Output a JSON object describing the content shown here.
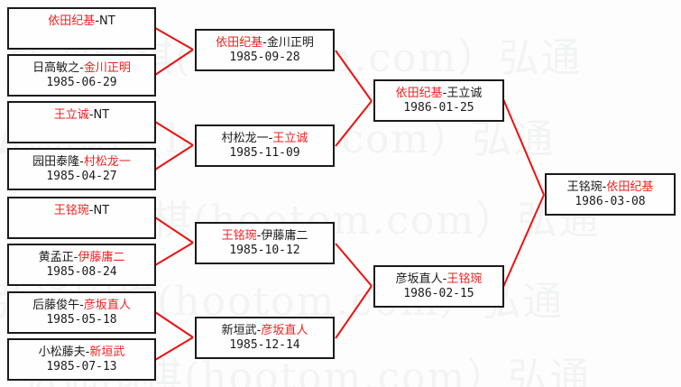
{
  "meta": {
    "diagram_type": "single-elimination-tournament-bracket",
    "watermark_text": "弘通围棋(hootom.com）弘通"
  },
  "rounds": [
    {
      "name": "round-1",
      "matches": [
        {
          "id": "r1m1",
          "left": "依田纪基",
          "right": "NT",
          "winner": "left",
          "date": ""
        },
        {
          "id": "r1m2",
          "left": "日高敏之",
          "right": "金川正明",
          "winner": "right",
          "date": "1985-06-29"
        },
        {
          "id": "r1m3",
          "left": "王立诚",
          "right": "NT",
          "winner": "left",
          "date": ""
        },
        {
          "id": "r1m4",
          "left": "园田泰隆",
          "right": "村松龙一",
          "winner": "right",
          "date": "1985-04-27"
        },
        {
          "id": "r1m5",
          "left": "王铭琬",
          "right": "NT",
          "winner": "left",
          "date": ""
        },
        {
          "id": "r1m6",
          "left": "黄孟正",
          "right": "伊藤庸二",
          "winner": "right",
          "date": "1985-08-24"
        },
        {
          "id": "r1m7",
          "left": "后藤俊午",
          "right": "彦坂直人",
          "winner": "right",
          "date": "1985-05-18"
        },
        {
          "id": "r1m8",
          "left": "小松藤夫",
          "right": "新垣武",
          "winner": "right",
          "date": "1985-07-13"
        }
      ]
    },
    {
      "name": "round-2",
      "matches": [
        {
          "id": "r2m1",
          "left": "依田纪基",
          "right": "金川正明",
          "winner": "left",
          "date": "1985-09-28"
        },
        {
          "id": "r2m2",
          "left": "村松龙一",
          "right": "王立诚",
          "winner": "right",
          "date": "1985-11-09"
        },
        {
          "id": "r2m3",
          "left": "王铭琬",
          "right": "伊藤庸二",
          "winner": "left",
          "date": "1985-10-12"
        },
        {
          "id": "r2m4",
          "left": "新垣武",
          "right": "彦坂直人",
          "winner": "right",
          "date": "1985-12-14"
        }
      ]
    },
    {
      "name": "semifinal",
      "matches": [
        {
          "id": "r3m1",
          "left": "依田纪基",
          "right": "王立诚",
          "winner": "left",
          "date": "1986-01-25"
        },
        {
          "id": "r3m2",
          "left": "彦坂直人",
          "right": "王铭琬",
          "winner": "right",
          "date": "1986-02-15"
        }
      ]
    },
    {
      "name": "final",
      "matches": [
        {
          "id": "r4m1",
          "left": "王铭琬",
          "right": "依田纪基",
          "winner": "right",
          "date": "1986-03-08"
        }
      ]
    }
  ],
  "colors": {
    "winner": "#ee2222",
    "loser": "#1a1a1a",
    "connector": "#ee1111",
    "box_border": "#1a1a1a",
    "background": "#fdfdfd",
    "watermark": "#f2f4f3"
  },
  "separator": "-"
}
